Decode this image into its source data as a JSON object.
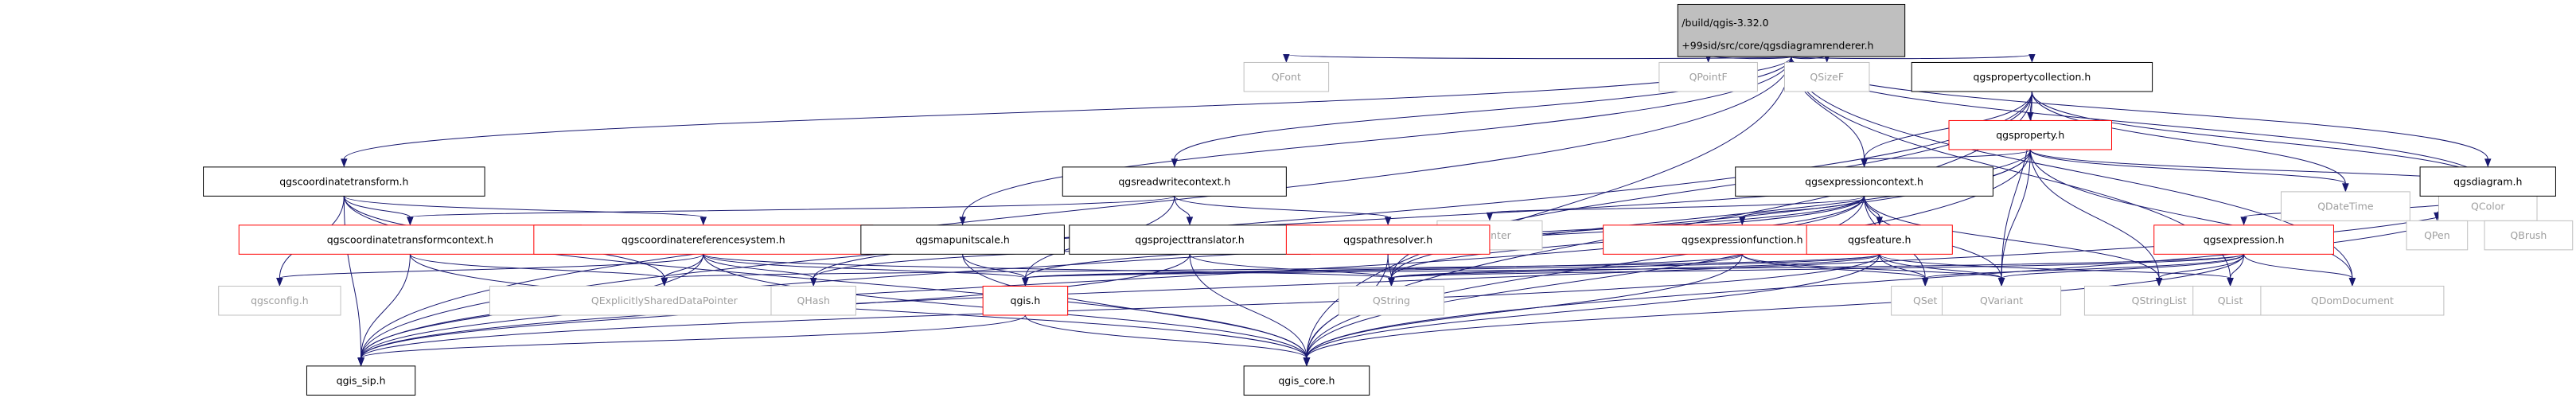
{
  "diagram": {
    "title": "qgsdiagramrenderer.h include dependency graph",
    "colors": {
      "root_fill": "#bfbfbf",
      "documented_border": "#000000",
      "undocumented_border": "#bfbfbf",
      "truncated_border": "#ff0000",
      "undocumented_text": "#9e9e9e",
      "edge": "#191970"
    },
    "nodes": {
      "root": {
        "label_line1": "/build/qgis-3.32.0",
        "label_line2": "+99sid/src/core/qgsdiagramrenderer.h",
        "kind": "root"
      },
      "qfont": {
        "label": "QFont",
        "kind": "undocumented"
      },
      "qpointf": {
        "label": "QPointF",
        "kind": "undocumented"
      },
      "qsizef": {
        "label": "QSizeF",
        "kind": "undocumented"
      },
      "qgspropertycollection": {
        "label": "qgspropertycollection.h",
        "kind": "documented"
      },
      "qgsproperty": {
        "label": "qgsproperty.h",
        "kind": "truncated"
      },
      "qdatetime": {
        "label": "QDateTime",
        "kind": "undocumented"
      },
      "qcolor": {
        "label": "QColor",
        "kind": "undocumented"
      },
      "qgsdiagram": {
        "label": "qgsdiagram.h",
        "kind": "documented"
      },
      "qpen": {
        "label": "QPen",
        "kind": "undocumented"
      },
      "qbrush": {
        "label": "QBrush",
        "kind": "undocumented"
      },
      "qgscoordinatetransform": {
        "label": "qgscoordinatetransform.h",
        "kind": "documented"
      },
      "qgsreadwritecontext": {
        "label": "qgsreadwritecontext.h",
        "kind": "documented"
      },
      "qgsexpressioncontext": {
        "label": "qgsexpressioncontext.h",
        "kind": "documented"
      },
      "qpointer": {
        "label": "QPointer",
        "kind": "undocumented"
      },
      "qgscoordinatetransformcontext": {
        "label": "qgscoordinatetransformcontext.h",
        "kind": "truncated"
      },
      "qgscoordinatereferencesystem": {
        "label": "qgscoordinatereferencesystem.h",
        "kind": "truncated"
      },
      "qgsmapunitscale": {
        "label": "qgsmapunitscale.h",
        "kind": "documented"
      },
      "qgsprojecttranslator": {
        "label": "qgsprojecttranslator.h",
        "kind": "documented"
      },
      "qgspathresolver": {
        "label": "qgspathresolver.h",
        "kind": "truncated"
      },
      "qgsexpressionfunction": {
        "label": "qgsexpressionfunction.h",
        "kind": "truncated"
      },
      "qgsfeature": {
        "label": "qgsfeature.h",
        "kind": "truncated"
      },
      "qgsexpression": {
        "label": "qgsexpression.h",
        "kind": "truncated"
      },
      "qgsconfig": {
        "label": "qgsconfig.h",
        "kind": "undocumented"
      },
      "qexplicitlyshareddatapointer": {
        "label": "QExplicitlySharedDataPointer",
        "kind": "undocumented"
      },
      "qhash": {
        "label": "QHash",
        "kind": "undocumented"
      },
      "qgis": {
        "label": "qgis.h",
        "kind": "truncated"
      },
      "qstring": {
        "label": "QString",
        "kind": "undocumented"
      },
      "qset": {
        "label": "QSet",
        "kind": "undocumented"
      },
      "qvariant": {
        "label": "QVariant",
        "kind": "undocumented"
      },
      "qstringlist": {
        "label": "QStringList",
        "kind": "undocumented"
      },
      "qlist": {
        "label": "QList",
        "kind": "undocumented"
      },
      "qdomdocument": {
        "label": "QDomDocument",
        "kind": "undocumented"
      },
      "qgis_sip": {
        "label": "qgis_sip.h",
        "kind": "documented"
      },
      "qgis_core": {
        "label": "qgis_core.h",
        "kind": "documented"
      }
    },
    "edges": [
      [
        "root",
        "qfont"
      ],
      [
        "root",
        "qpointf"
      ],
      [
        "root",
        "qsizef"
      ],
      [
        "root",
        "qgspropertycollection"
      ],
      [
        "root",
        "qcolor"
      ],
      [
        "root",
        "qgsdiagram"
      ],
      [
        "root",
        "qgscoordinatetransform"
      ],
      [
        "root",
        "qgsreadwritecontext"
      ],
      [
        "root",
        "qgsexpressioncontext"
      ],
      [
        "root",
        "qgsmapunitscale"
      ],
      [
        "root",
        "qlist"
      ],
      [
        "root",
        "qdomdocument"
      ],
      [
        "root",
        "qgis_sip"
      ],
      [
        "root",
        "qgis_core"
      ],
      [
        "qgspropertycollection",
        "qgsproperty"
      ],
      [
        "qgspropertycollection",
        "qgsexpressioncontext"
      ],
      [
        "qgspropertycollection",
        "qdatetime"
      ],
      [
        "qgspropertycollection",
        "qcolor"
      ],
      [
        "qgspropertycollection",
        "qstring"
      ],
      [
        "qgspropertycollection",
        "qvariant"
      ],
      [
        "qgspropertycollection",
        "qgis_sip"
      ],
      [
        "qgspropertycollection",
        "qgis_core"
      ],
      [
        "qgsproperty",
        "qdatetime"
      ],
      [
        "qgsproperty",
        "qcolor"
      ],
      [
        "qgsproperty",
        "qgsexpressioncontext"
      ],
      [
        "qgsproperty",
        "qhash"
      ],
      [
        "qgsproperty",
        "qstring"
      ],
      [
        "qgsproperty",
        "qvariant"
      ],
      [
        "qgsproperty",
        "qstringlist"
      ],
      [
        "qgsproperty",
        "qdomdocument"
      ],
      [
        "qgsproperty",
        "qgis_sip"
      ],
      [
        "qgsproperty",
        "qgis_core"
      ],
      [
        "qgsdiagram",
        "qpen"
      ],
      [
        "qgsdiagram",
        "qbrush"
      ],
      [
        "qgsdiagram",
        "qgsexpression"
      ],
      [
        "qgsdiagram",
        "qgis_core"
      ],
      [
        "qgsdiagram",
        "qgis_sip"
      ],
      [
        "qgscoordinatetransform",
        "qgscoordinatetransformcontext"
      ],
      [
        "qgscoordinatetransform",
        "qgscoordinatereferencesystem"
      ],
      [
        "qgscoordinatetransform",
        "qgsconfig"
      ],
      [
        "qgscoordinatetransform",
        "qexplicitlyshareddatapointer"
      ],
      [
        "qgscoordinatetransform",
        "qgis_sip"
      ],
      [
        "qgscoordinatetransform",
        "qgis_core"
      ],
      [
        "qgsreadwritecontext",
        "qgsprojecttranslator"
      ],
      [
        "qgsreadwritecontext",
        "qgspathresolver"
      ],
      [
        "qgsreadwritecontext",
        "qgis"
      ],
      [
        "qgsreadwritecontext",
        "qgscoordinatetransformcontext"
      ],
      [
        "qgsexpressioncontext",
        "qpointer"
      ],
      [
        "qgsexpressioncontext",
        "qgsexpressionfunction"
      ],
      [
        "qgsexpressioncontext",
        "qgsfeature"
      ],
      [
        "qgsexpressioncontext",
        "qhash"
      ],
      [
        "qgsexpressioncontext",
        "qstring"
      ],
      [
        "qgsexpressioncontext",
        "qset"
      ],
      [
        "qgsexpressioncontext",
        "qvariant"
      ],
      [
        "qgsexpressioncontext",
        "qstringlist"
      ],
      [
        "qgsexpressioncontext",
        "qgis"
      ],
      [
        "qgsexpressioncontext",
        "qgis_core"
      ],
      [
        "qgsexpressioncontext",
        "qgis_sip"
      ],
      [
        "qgscoordinatetransformcontext",
        "qexplicitlyshareddatapointer"
      ],
      [
        "qgscoordinatetransformcontext",
        "qgis_sip"
      ],
      [
        "qgscoordinatetransformcontext",
        "qgis_core"
      ],
      [
        "qgscoordinatereferencesystem",
        "qgsconfig"
      ],
      [
        "qgscoordinatereferencesystem",
        "qexplicitlyshareddatapointer"
      ],
      [
        "qgscoordinatereferencesystem",
        "qhash"
      ],
      [
        "qgscoordinatereferencesystem",
        "qgis"
      ],
      [
        "qgscoordinatereferencesystem",
        "qstring"
      ],
      [
        "qgscoordinatereferencesystem",
        "qgis_sip"
      ],
      [
        "qgscoordinatereferencesystem",
        "qgis_core"
      ],
      [
        "qgsmapunitscale",
        "qgis"
      ],
      [
        "qgsmapunitscale",
        "qgis_core"
      ],
      [
        "qgsprojecttranslator",
        "qstring"
      ],
      [
        "qgsprojecttranslator",
        "qgis_core"
      ],
      [
        "qgsprojecttranslator",
        "qgis_sip"
      ],
      [
        "qgspathresolver",
        "qstring"
      ],
      [
        "qgspathresolver",
        "qgis_core"
      ],
      [
        "qgsexpressionfunction",
        "qset"
      ],
      [
        "qgsexpressionfunction",
        "qvariant"
      ],
      [
        "qgsexpressionfunction",
        "qstring"
      ],
      [
        "qgsexpressionfunction",
        "qgis_core"
      ],
      [
        "qgsexpressionfunction",
        "qgis"
      ],
      [
        "qgsfeature",
        "qexplicitlyshareddatapointer"
      ],
      [
        "qgsfeature",
        "qlist"
      ],
      [
        "qgsfeature",
        "qvariant"
      ],
      [
        "qgsfeature",
        "qset"
      ],
      [
        "qgsfeature",
        "qgis_core"
      ],
      [
        "qgsfeature",
        "qgis"
      ],
      [
        "qgsfeature",
        "qgis_sip"
      ],
      [
        "qgsfeature",
        "qstring"
      ],
      [
        "qgsexpression",
        "qstringlist"
      ],
      [
        "qgsexpression",
        "qvariant"
      ],
      [
        "qgsexpression",
        "qlist"
      ],
      [
        "qgsexpression",
        "qdomdocument"
      ],
      [
        "qgsexpression",
        "qset"
      ],
      [
        "qgsexpression",
        "qgis_core"
      ],
      [
        "qgsexpression",
        "qgis"
      ],
      [
        "qgsexpression",
        "qstring"
      ],
      [
        "qgis",
        "qgis_sip"
      ],
      [
        "qgis",
        "qgis_core"
      ]
    ]
  }
}
